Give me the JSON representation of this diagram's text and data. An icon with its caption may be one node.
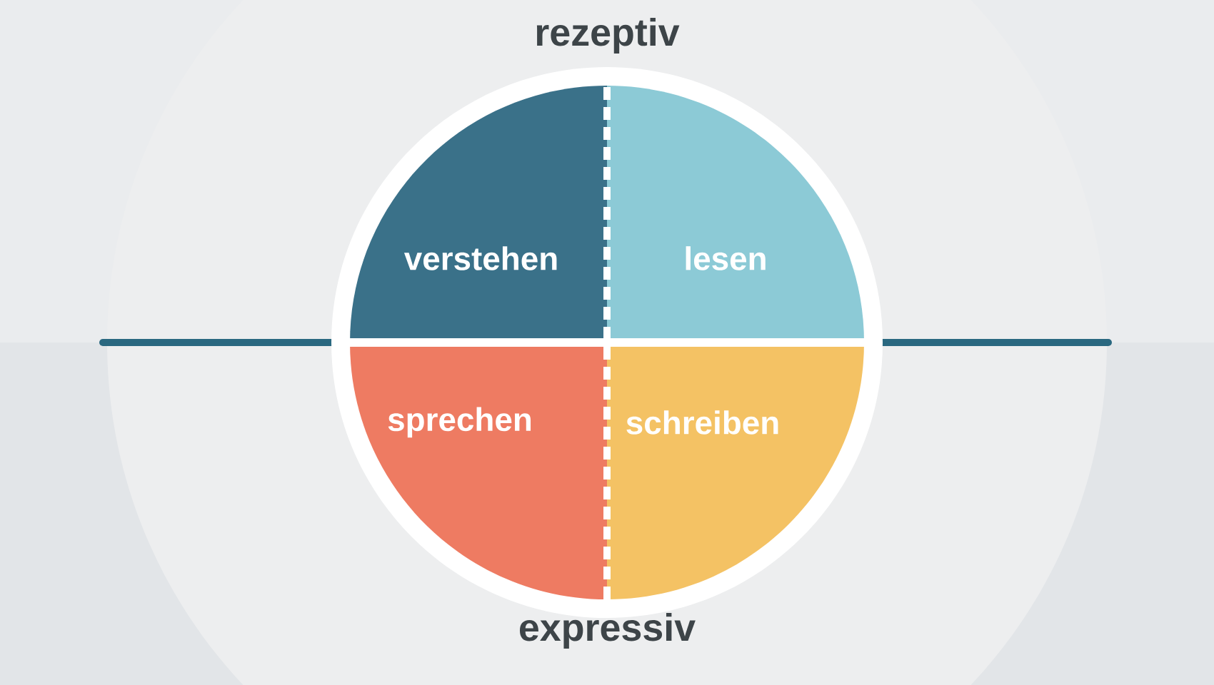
{
  "diagram": {
    "nodes": [
      {
        "text": [
          "verstehen"
        ]
      },
      {
        "text": [
          "lesen"
        ]
      },
      {
        "text": [
          "sprechen"
        ]
      },
      {
        "text": [
          "schreiben"
        ]
      }
    ],
    "labels": [
      "rezeptiv",
      "expressiv"
    ]
  }
}
